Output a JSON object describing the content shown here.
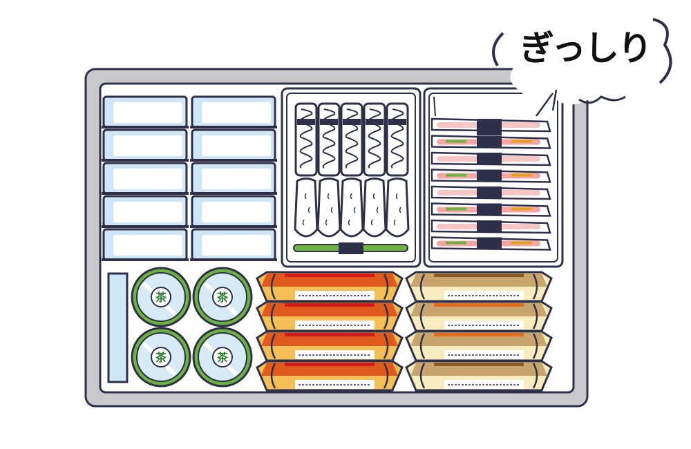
{
  "bubble": {
    "text": "ぎっしり"
  },
  "cup_label": "茶",
  "counts": {
    "blue_trays_per_column": 5,
    "noodles": 5,
    "rice_cakes": 5,
    "meat_strips": 8,
    "cups": 4,
    "tubes_per_column": 4
  },
  "colors": {
    "outline": "#2e2f48",
    "tray_frame": "#c9c9cb",
    "blue_tray": "#cfe6f6",
    "meat": "#f4a6a6",
    "wrap_band": "#2e2f48",
    "green": "#6db33f",
    "cup_fill": "#d6eaf8",
    "orange_top": "#e05a1e",
    "orange_bottom": "#f5bf57",
    "orange_stripe": "#d7191e",
    "beige_top": "#c9a56e",
    "beige_bottom": "#f8ebbd",
    "beige_stripe_a": "#8a5a2a",
    "beige_stripe_b": "#e56b1a"
  }
}
